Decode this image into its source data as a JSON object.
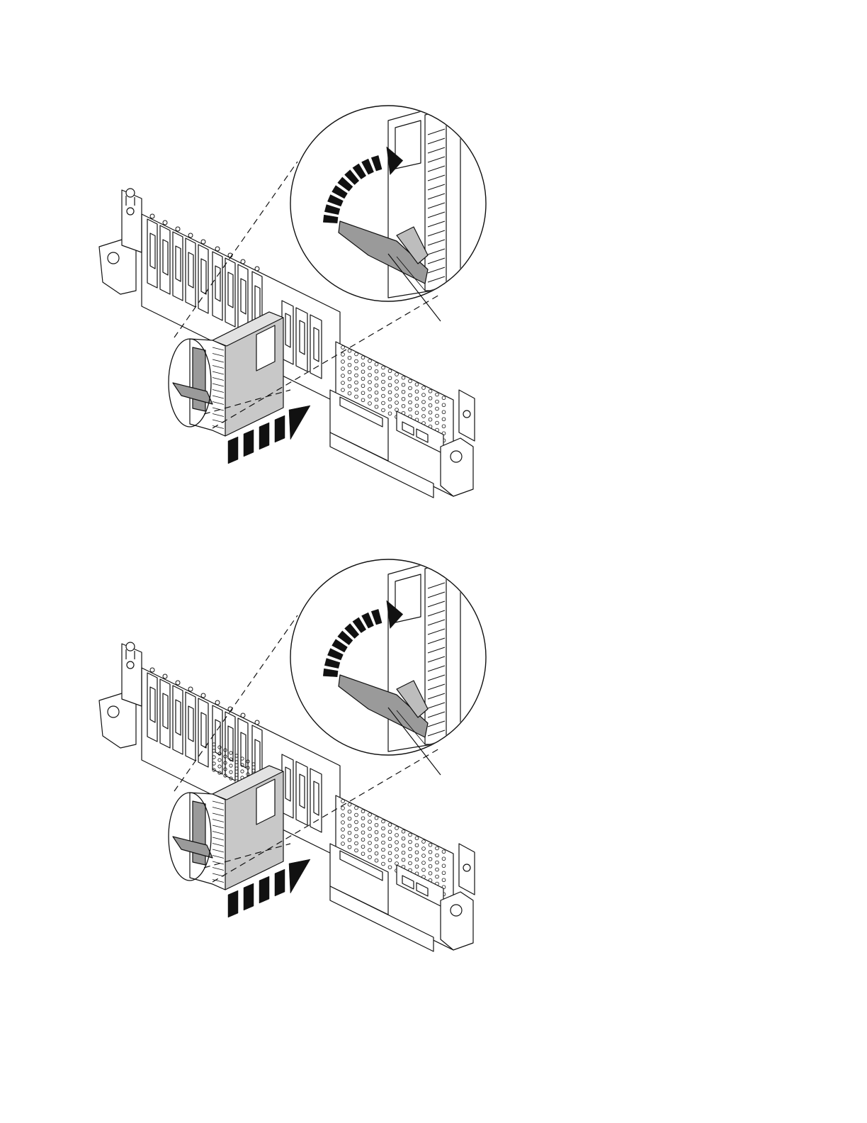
{
  "figures": [
    {
      "id": "figure-top",
      "variant": "ventilated-rear",
      "callout_count": 1
    },
    {
      "id": "figure-bottom",
      "variant": "ventilated-rear-with-extra-mesh",
      "callout_count": 1
    }
  ],
  "colors": {
    "line": "#111111",
    "handle_fill": "#9a9a9a",
    "drive_fill": "#c8c8c8",
    "arrow_fill": "#111111",
    "background": "#ffffff"
  },
  "icons": [
    "curved-arrow-icon",
    "push-arrow-icon"
  ]
}
